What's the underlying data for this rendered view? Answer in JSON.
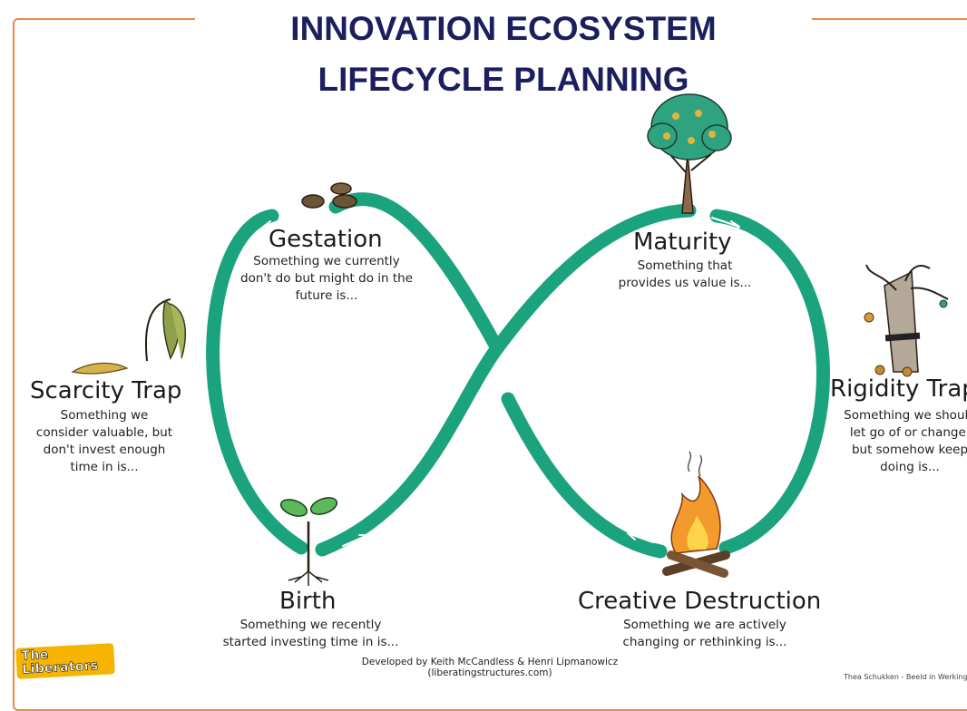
{
  "title": {
    "line1": "INNOVATION ECOSYSTEM",
    "line2": "LIFECYCLE PLANNING"
  },
  "stages": {
    "gestation": {
      "title": "Gestation",
      "desc": [
        "Something we currently",
        "don't do but might do in the",
        "future is..."
      ],
      "icon": "seeds-icon"
    },
    "maturity": {
      "title": "Maturity",
      "desc": [
        "Something that",
        "provides us value is..."
      ],
      "icon": "apple-tree-icon"
    },
    "birth": {
      "title": "Birth",
      "desc": [
        "Something we recently",
        "started investing time in is..."
      ],
      "icon": "sprout-icon"
    },
    "creative_destruction": {
      "title": "Creative Destruction",
      "desc": [
        "Something we are actively",
        "changing or rethinking is..."
      ],
      "icon": "campfire-icon"
    },
    "scarcity_trap": {
      "title": "Scarcity Trap",
      "desc": [
        "Something we",
        "consider valuable, but",
        "don't invest enough",
        "time in is..."
      ],
      "icon": "wilted-plant-icon"
    },
    "rigidity_trap": {
      "title": "Rigidity Trap",
      "desc": [
        "Something we should",
        "let go of or change,",
        "but somehow keep",
        "doing is..."
      ],
      "icon": "bound-tree-icon"
    }
  },
  "logo": {
    "line1": "The",
    "line2": "Liberators"
  },
  "credit": {
    "line1": "Developed by Keith McCandless & Henri Lipmanowicz",
    "line2": "(liberatingstructures.com)"
  },
  "corner_note": "Thea Schukken - Beeld in Werking",
  "colors": {
    "loop": "#1aa37d",
    "title": "#1c1f5e",
    "frame": "#e8894a",
    "logo": "#f4b400"
  }
}
